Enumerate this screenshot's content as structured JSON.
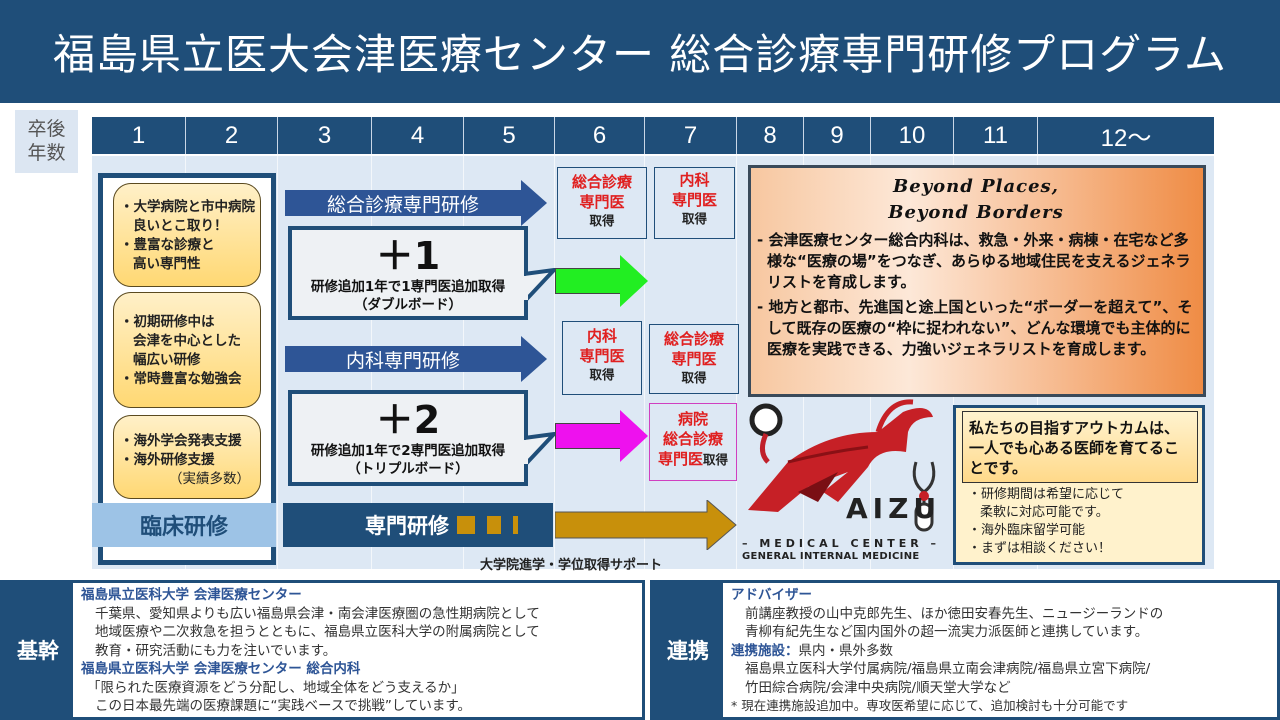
{
  "header": {
    "title": "福島県立医大会津医療センター 総合診療専門研修プログラム"
  },
  "timeline": {
    "year_label": [
      "卒後",
      "年数"
    ],
    "years": [
      "1",
      "2",
      "3",
      "4",
      "5",
      "6",
      "7",
      "8",
      "9",
      "10",
      "11",
      "12〜"
    ]
  },
  "initial_training": {
    "label": "臨床研修",
    "boxes": [
      {
        "lines": [
          {
            "t": "・大学病院と市中病院",
            "c": false
          },
          {
            "t": "良いとこ取り！",
            "c": true
          },
          {
            "t": "・豊富な診療と",
            "c": false
          },
          {
            "t": "高い専門性",
            "c": true
          }
        ]
      },
      {
        "lines": [
          {
            "t": "・初期研修中は",
            "c": false
          },
          {
            "t": "会津を中心とした",
            "c": true
          },
          {
            "t": "幅広い研修",
            "c": true
          },
          {
            "t": "・常時豊富な勉強会",
            "c": false
          }
        ]
      },
      {
        "lines": [
          {
            "t": "・海外学会発表支援",
            "c": false
          },
          {
            "t": "・海外研修支援",
            "c": false
          },
          {
            "t": "（実績多数）",
            "c": true
          }
        ]
      }
    ]
  },
  "tracks": {
    "general_arrow": "総合診療専門研修",
    "internal_arrow": "内科専門研修",
    "plus1": {
      "big": "＋1",
      "line1": "研修追加1年で1専門医追加取得",
      "line2": "（ダブルボード）"
    },
    "plus2": {
      "big": "＋2",
      "line1": "研修追加1年で2専門医追加取得",
      "line2": "（トリプルボード）"
    },
    "certs": {
      "c1": {
        "red": [
          "総合診療",
          "専門医"
        ],
        "black": "取得"
      },
      "c2": {
        "red": [
          "内科",
          "専門医"
        ],
        "black": "取得"
      },
      "c3": {
        "red": [
          "内科",
          "専門医"
        ],
        "black": "取得"
      },
      "c4": {
        "red": [
          "総合診療",
          "専門医"
        ],
        "black": "取得"
      },
      "c5": {
        "red": [
          "病院",
          "総合診療",
          "専門医"
        ],
        "black": "取得"
      }
    },
    "colors": {
      "green": "#22ee22",
      "magenta": "#ee11ee",
      "gold": "#c8900b",
      "navy": "#1f4e79",
      "arrow_blue": "#2e5596"
    }
  },
  "specialist": {
    "label": "専門研修",
    "grad_support": "大学院進学・学位取得サポート"
  },
  "beyond": {
    "slogan": [
      "Beyond Places,",
      "Beyond Borders"
    ],
    "paras": [
      "- 会津医療センター総合内科は、救急・外来・病棟・在宅など多様な“医療の場”をつなぎ、あらゆる地域住民を支えるジェネラリストを育成します。",
      "- 地方と都市、先進国と途上国といった“ボーダーを超えて”、そして既存の医療の“枠に捉われない”、どんな環境でも主体的に医療を実践できる、力強いジェネラリストを育成します。"
    ]
  },
  "logo": {
    "word": "AIZU",
    "line1": "– MEDICAL CENTER –",
    "line2": "GENERAL INTERNAL MEDICINE"
  },
  "outcome": {
    "headline": "私たちの目指すアウトカムは、一人でも心ある医師を育てることです。",
    "notes": [
      {
        "t": "・研修期間は希望に応じて",
        "c": false
      },
      {
        "t": "柔軟に対応可能です。",
        "c": true
      },
      {
        "t": "・海外臨床留学可能",
        "c": false
      },
      {
        "t": "・まずは相談ください！",
        "c": false
      }
    ]
  },
  "bottom": {
    "core": {
      "side": "基幹",
      "h1": "福島県立医科大学 会津医療センター",
      "p1": [
        "千葉県、愛知県よりも広い福島県会津・南会津医療圏の急性期病院として",
        "地域医療や二次救急を担うとともに、福島県立医科大学の附属病院として",
        "教育・研究活動にも力を注いでいます。"
      ],
      "h2": "福島県立医科大学 会津医療センター 総合内科",
      "p2": [
        "「限られた医療資源をどう分配し、地域全体をどう支えるか」",
        "この日本最先端の医療課題に“実践ベースで挑戦”しています。"
      ]
    },
    "partner": {
      "side": "連携",
      "h1": "アドバイザー",
      "p1": [
        "前講座教授の山中克郎先生、ほか徳田安春先生、ニュージーランドの",
        "青柳有紀先生など国内国外の超一流実力派医師と連携しています。"
      ],
      "h2": "連携施設：",
      "h2_rest": "県内・県外多数",
      "p2": [
        "福島県立医科大学付属病院/福島県立南会津病院/福島県立宮下病院/",
        "竹田綜合病院/会津中央病院/順天堂大学など"
      ],
      "note": "* 現在連携施設追加中。専攻医希望に応じて、追加検討も十分可能です"
    }
  }
}
